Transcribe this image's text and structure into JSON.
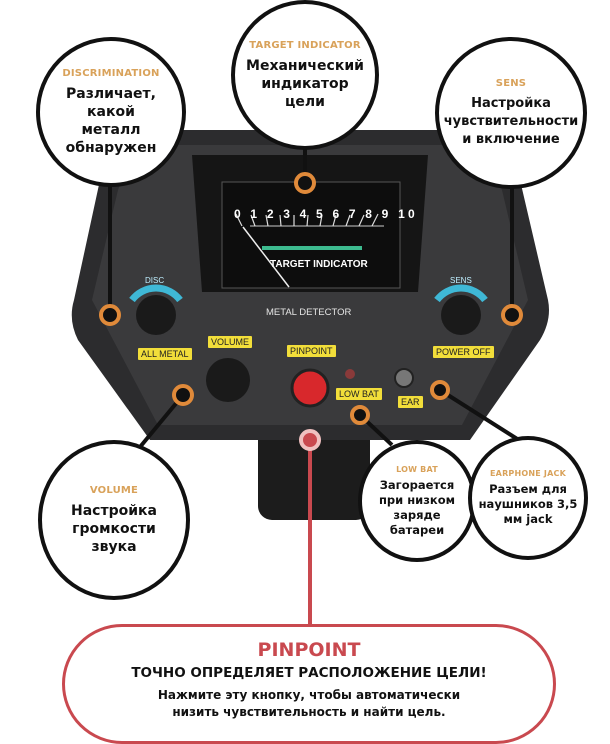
{
  "callouts": {
    "discrimination": {
      "title": "DISCRIMINATION",
      "desc": "Различает, какой металл обнаружен"
    },
    "target": {
      "title": "TARGET INDICATOR",
      "desc": "Механический индикатор цели"
    },
    "sens": {
      "title": "SENS",
      "desc": "Настройка чувствительности и включение"
    },
    "volume": {
      "title": "VOLUME",
      "desc": "Настройка громкости звука"
    },
    "low_bat": {
      "title": "LOW BAT",
      "desc": "Загорается при низком заряде батареи"
    },
    "earphone": {
      "title": "EARPHONE JACK",
      "desc": "Разъем для наушников 3,5 мм jack"
    },
    "pinpoint": {
      "title": "PINPOINT",
      "headline": "ТОЧНО ОПРЕДЕЛЯЕТ РАСПОЛОЖЕНИЕ ЦЕЛИ!",
      "desc": "Нажмите эту кнопку, чтобы автоматически низить чувствительность и найти цель."
    }
  },
  "device": {
    "scale": "0 1 2 3 4 5 6 7 8 9 10",
    "meter_label": "TARGET INDICATOR",
    "brand": "METAL DETECTOR",
    "disc": "DISC",
    "sens": "SENS",
    "all_metal": "ALL METAL",
    "power_off": "POWER OFF",
    "volume": "VOLUME",
    "pinpoint": "PINPOINT",
    "low_bat": "LOW BAT",
    "ear": "EAR"
  },
  "colors": {
    "accent": "#d9a25a",
    "pinpoint": "#c9494f",
    "label": "#f2de3a",
    "dial_green": "#3dbb8f"
  }
}
